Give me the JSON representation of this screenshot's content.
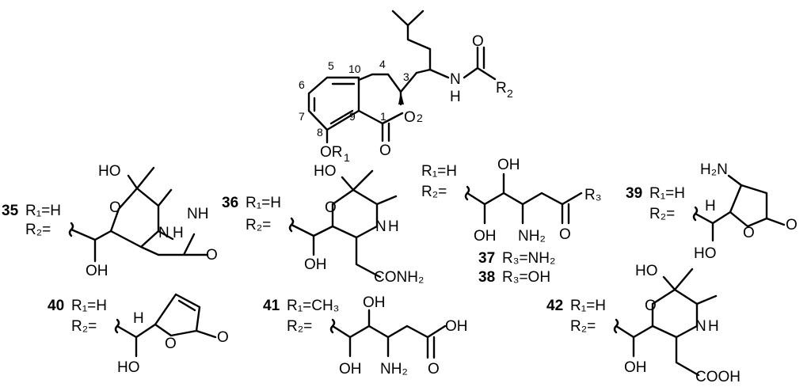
{
  "figure": {
    "core": {
      "atom_labels": {
        "carbonyl_o": "O",
        "nh": "N",
        "nh_h": "H",
        "r2": "R",
        "r2_sub": "2",
        "ring_o": "O",
        "ring_o_num": "2",
        "lactone_o": "O",
        "or1": "OR",
        "or1_sub": "1"
      },
      "position_numbers": {
        "n1": "1",
        "n3": "3",
        "n4": "4",
        "n5": "5",
        "n6": "6",
        "n7": "7",
        "n8": "8",
        "n9": "9",
        "n10": "10"
      }
    },
    "compounds": [
      {
        "id": "35",
        "r1": "R₁=H",
        "r2": "R₂=",
        "labels": [
          "HO",
          "O",
          "NH",
          "N",
          "H",
          "O",
          "OH"
        ]
      },
      {
        "id": "36",
        "r1": "R₁=H",
        "r2": "R₂=",
        "labels": [
          "HO",
          "O",
          "N",
          "H",
          "OH",
          "CONH₂"
        ]
      },
      {
        "id": "37",
        "r3": "R₃=NH₂"
      },
      {
        "id": "38",
        "r3": "R₃=OH"
      },
      {
        "id": "37_38_scaffold",
        "r1": "R₁=H",
        "r2": "R₂=",
        "r3_label": "R₃",
        "labels": [
          "OH",
          "O",
          "OH",
          "NH₂"
        ]
      },
      {
        "id": "39",
        "r1": "R₁=H",
        "r2": "R₂=",
        "labels": [
          "H₂N",
          "H",
          "O",
          "O",
          "HO"
        ]
      },
      {
        "id": "40",
        "r1": "R₁=H",
        "r2": "R₂=",
        "labels": [
          "H",
          "O",
          "O",
          "HO"
        ]
      },
      {
        "id": "41",
        "r1": "R₁=CH₃",
        "r2": "R₂=",
        "labels": [
          "OH",
          "OH",
          "O",
          "OH",
          "NH₂"
        ]
      },
      {
        "id": "42",
        "r1": "R₁=H",
        "r2": "R₂=",
        "labels": [
          "HO",
          "O",
          "N",
          "H",
          "OH",
          "COOH"
        ]
      }
    ]
  }
}
